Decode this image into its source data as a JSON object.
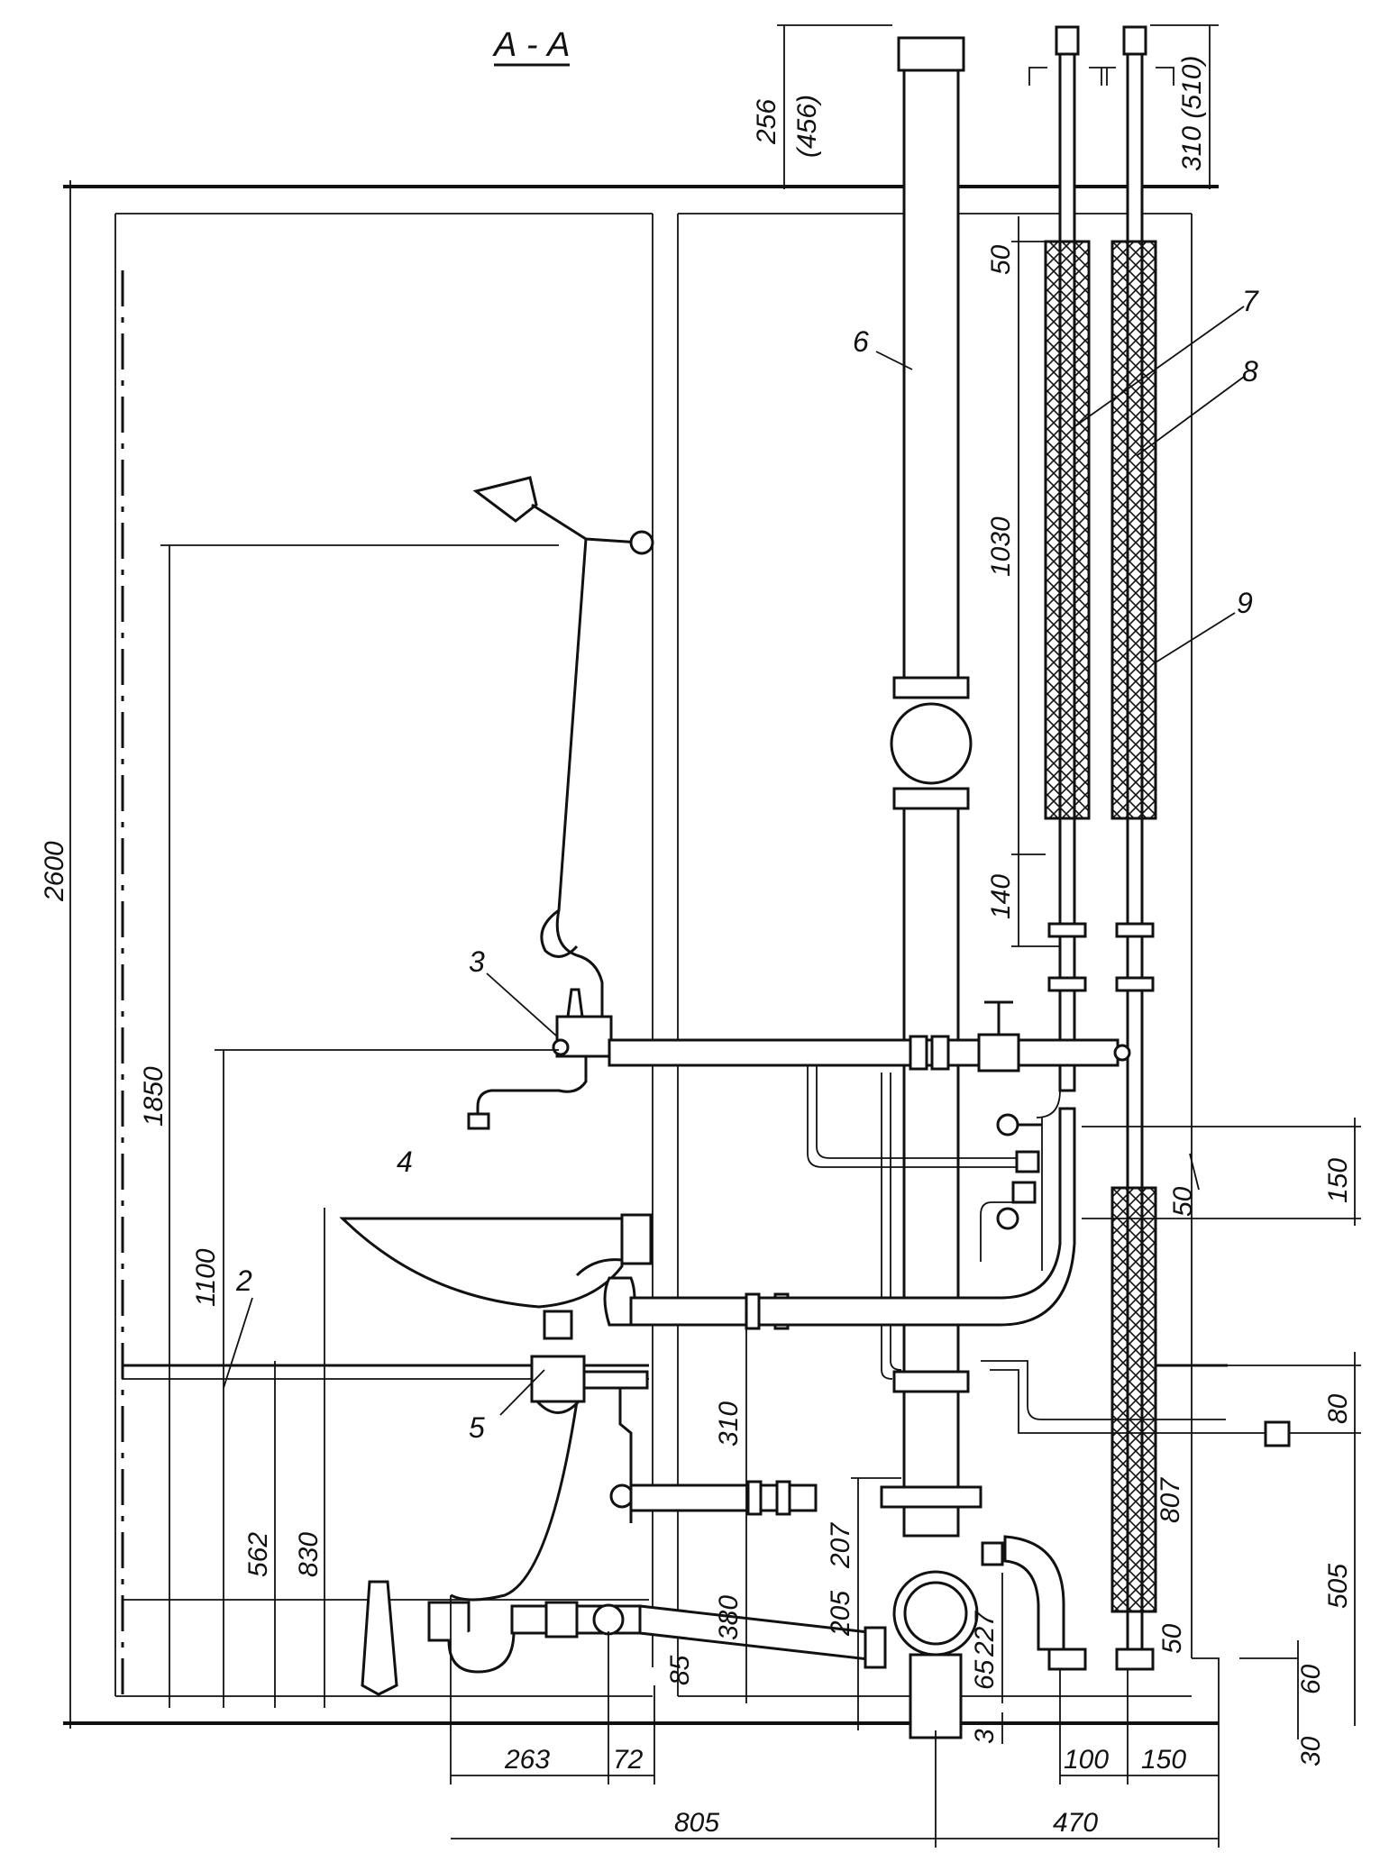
{
  "title": "А - А",
  "callouts": [
    "2",
    "3",
    "4",
    "5",
    "6",
    "7",
    "8",
    "9"
  ],
  "dimensions": {
    "d2600": "2600",
    "d1850": "1850",
    "d1100": "1100",
    "d562": "562",
    "d830": "830",
    "d256": "256",
    "d456": "(456)",
    "d310_510": "310 (510)",
    "d50a": "50",
    "d1030": "1030",
    "d140": "140",
    "d150": "150",
    "d50b": "50",
    "d80": "80",
    "d807": "807",
    "d505": "505",
    "d50c": "50",
    "d60": "60",
    "d30": "30",
    "d310": "310",
    "d380": "380",
    "d207": "207",
    "d205": "205",
    "d227": "227",
    "d65": "65",
    "d85": "85",
    "d3": "3",
    "d263": "263",
    "d72": "72",
    "d100": "100",
    "d150b": "150",
    "d805": "805",
    "d470": "470"
  }
}
